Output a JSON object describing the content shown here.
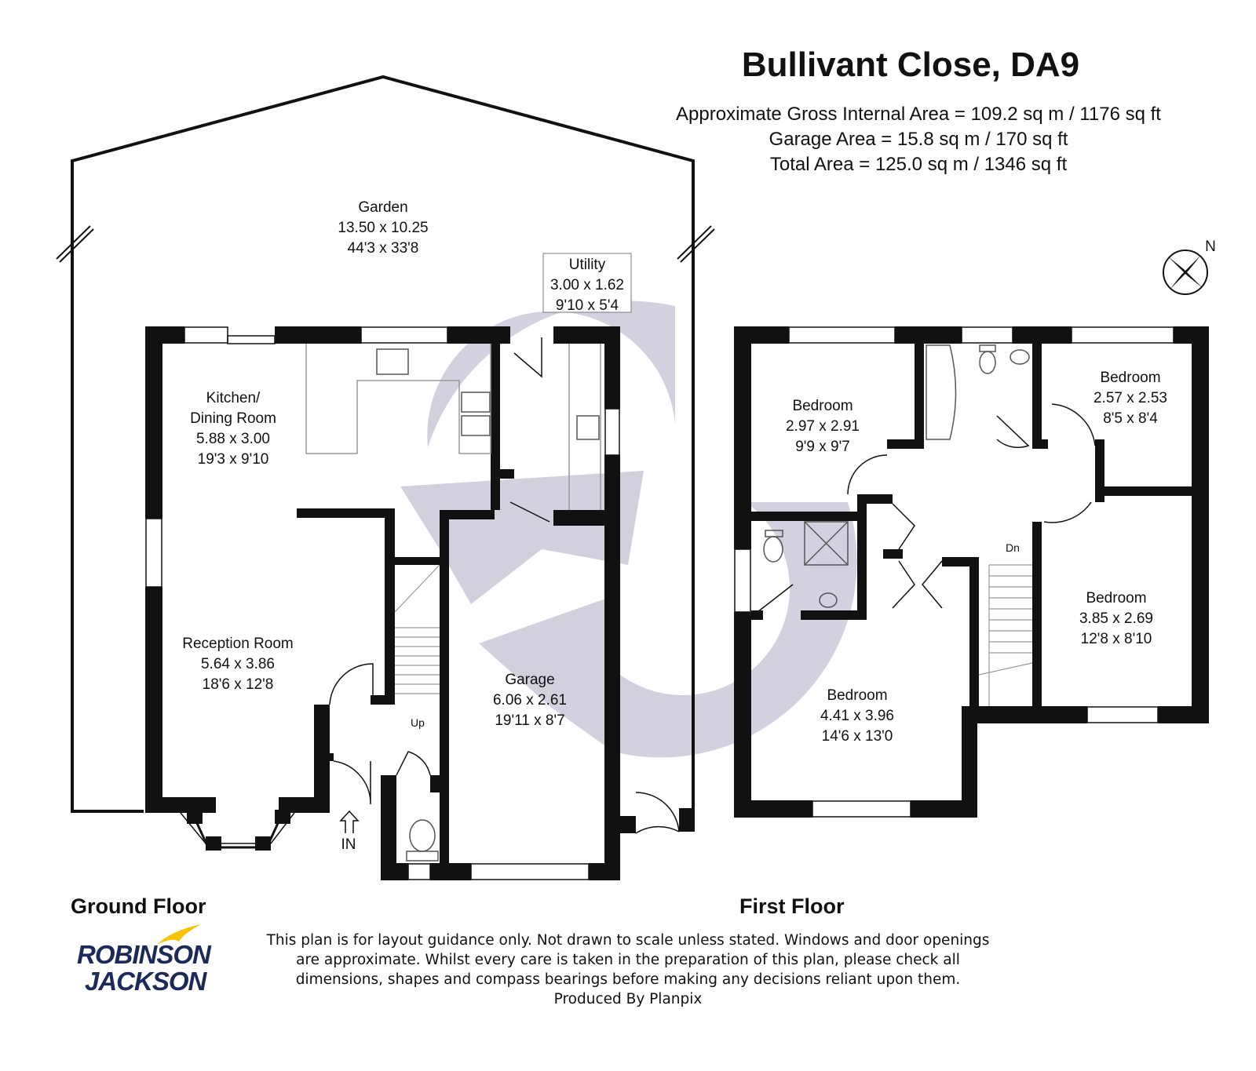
{
  "title": "Bullivant Close, DA9",
  "areas": {
    "gross_internal": "Approximate Gross Internal Area = 109.2 sq m / 1176 sq ft",
    "garage": "Garage Area = 15.8 sq m / 170 sq ft",
    "total": "Total Area = 125.0 sq m / 1346 sq ft"
  },
  "floors": {
    "ground": "Ground Floor",
    "first": "First Floor"
  },
  "rooms": {
    "garden": {
      "name": "Garden",
      "metric": "13.50 x 10.25",
      "imperial": "44'3 x 33'8"
    },
    "utility": {
      "name": "Utility",
      "metric": "3.00 x 1.62",
      "imperial": "9'10 x 5'4"
    },
    "kitchen": {
      "name_line1": "Kitchen/",
      "name_line2": "Dining Room",
      "metric": "5.88 x 3.00",
      "imperial": "19'3 x 9'10"
    },
    "reception": {
      "name": "Reception Room",
      "metric": "5.64 x 3.86",
      "imperial": "18'6 x 12'8"
    },
    "garage": {
      "name": "Garage",
      "metric": "6.06 x 2.61",
      "imperial": "19'11 x 8'7"
    },
    "bedroom_a": {
      "name": "Bedroom",
      "metric": "2.97 x 2.91",
      "imperial": "9'9 x 9'7"
    },
    "bedroom_b": {
      "name": "Bedroom",
      "metric": "2.57 x 2.53",
      "imperial": "8'5 x 8'4"
    },
    "bedroom_c": {
      "name": "Bedroom",
      "metric": "3.85 x 2.69",
      "imperial": "12'8 x 8'10"
    },
    "bedroom_d": {
      "name": "Bedroom",
      "metric": "4.41 x 3.96",
      "imperial": "14'6 x 13'0"
    }
  },
  "markers": {
    "up": "Up",
    "dn": "Dn",
    "in": "IN",
    "north": "N"
  },
  "disclaimer": [
    "This plan is for layout guidance only. Not drawn to scale unless stated. Windows and door openings",
    "are approximate. Whilst every care is taken in the preparation of this plan, please check all",
    "dimensions, shapes and compass bearings before making any decisions reliant upon them.",
    "Produced By Planpix"
  ],
  "logo": {
    "line1": "ROBINSON",
    "line2": "JACKSON",
    "bird_color": "#f5c400",
    "text_color": "#1c2a5a"
  },
  "colors": {
    "wall": "#111111",
    "watermark": "#c9c9d9"
  }
}
